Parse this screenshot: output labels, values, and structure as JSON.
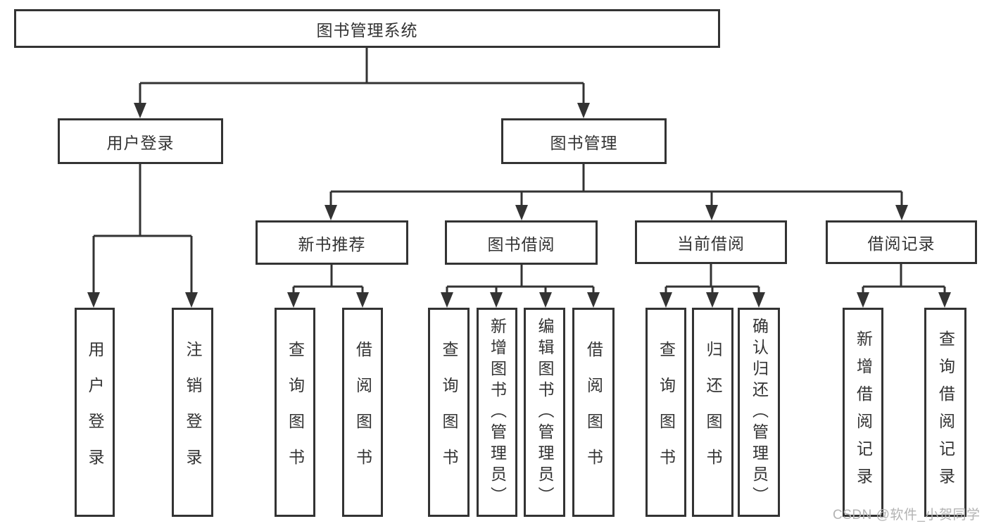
{
  "page": {
    "background": "#ffffff"
  },
  "watermark": {
    "text": "CSDN @软件_小贺同学",
    "color": "#b3b3b3"
  },
  "diagram": {
    "type": "hierarchy-tree",
    "line_color": "#333333",
    "text_color": "#333333",
    "root": {
      "label": "图书管理系统"
    },
    "branches": {
      "user_login": {
        "label": "用户登录",
        "children": [
          "用户登录",
          "注销登录"
        ]
      },
      "book_management": {
        "label": "图书管理",
        "sections": {
          "new_book_recommend": {
            "label": "新书推荐",
            "children": [
              "查询图书",
              "借阅图书"
            ]
          },
          "book_borrow": {
            "label": "图书借阅",
            "children": [
              "查询图书",
              "新增图书（管理员）",
              "编辑图书（管理员）",
              "借阅图书"
            ]
          },
          "current_borrow": {
            "label": "当前借阅",
            "children": [
              "查询图书",
              "归还图书",
              "确认归还（管理员）"
            ]
          },
          "borrow_records": {
            "label": "借阅记录",
            "children": [
              "新增借阅记录",
              "查询借阅记录"
            ]
          }
        }
      }
    }
  }
}
